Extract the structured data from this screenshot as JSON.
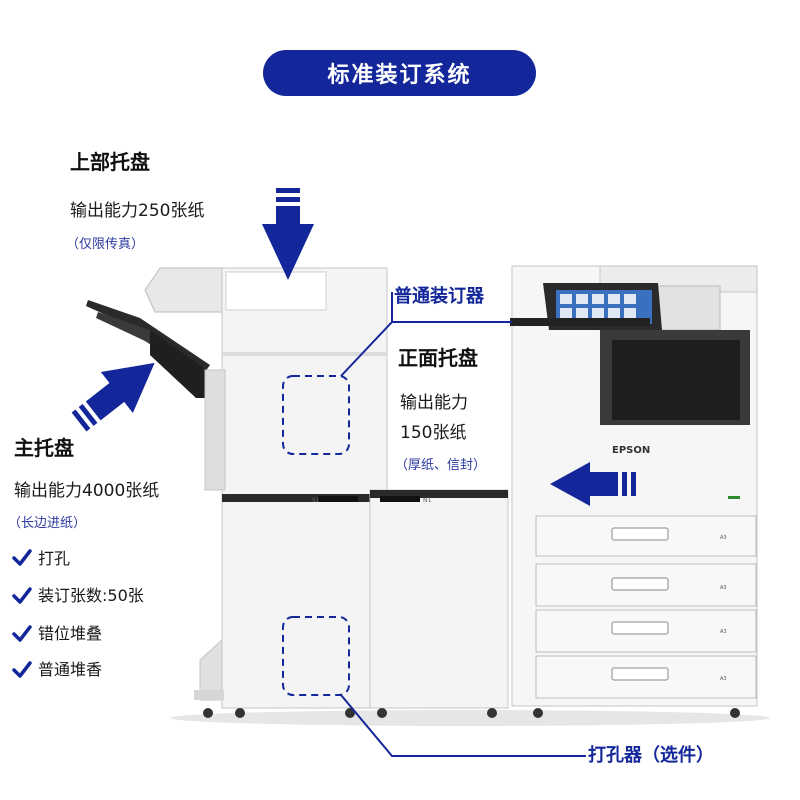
{
  "header": {
    "title": "标准装订系统"
  },
  "upper_tray": {
    "title": "上部托盘",
    "capacity": "输出能力250张纸",
    "note": "（仅限传真）"
  },
  "stapler": {
    "label": "普通装订器"
  },
  "front_tray": {
    "title": "正面托盘",
    "capacity_line1": "输出能力",
    "capacity_line2": "150张纸",
    "note": "（厚纸、信封）"
  },
  "main_tray": {
    "title": "主托盘",
    "capacity": "输出能力4000张纸",
    "note": "（长边进纸）",
    "features": [
      {
        "label": "打孔"
      },
      {
        "label": "装订张数:50张"
      },
      {
        "label": "错位堆叠"
      },
      {
        "label": "普通堆香"
      }
    ]
  },
  "puncher": {
    "label": "打孔器（选件）"
  },
  "machine": {
    "brand": "EPSON",
    "module_s1": "S1",
    "module_n1": "N1",
    "drawer_label": "A3"
  },
  "colors": {
    "accent": "#13279a",
    "machine_body": "#f2f2f2",
    "machine_dark": "#2a2a2a"
  }
}
